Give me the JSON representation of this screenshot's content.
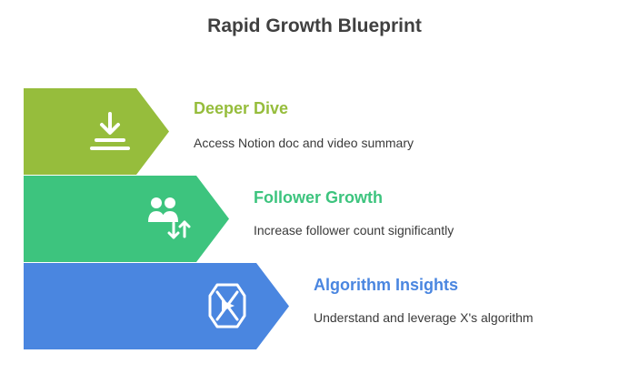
{
  "title": "Rapid Growth Blueprint",
  "steps": [
    {
      "heading": "Deeper Dive",
      "description": "Access Notion doc and video summary",
      "color": "#96bd3c",
      "icon": "download-icon"
    },
    {
      "heading": "Follower Growth",
      "description": "Increase follower count significantly",
      "color": "#3dc47e",
      "icon": "user-growth-icon"
    },
    {
      "heading": "Algorithm Insights",
      "description": "Understand and leverage X's algorithm",
      "color": "#4a86e0",
      "icon": "x-algorithm-icon"
    }
  ]
}
